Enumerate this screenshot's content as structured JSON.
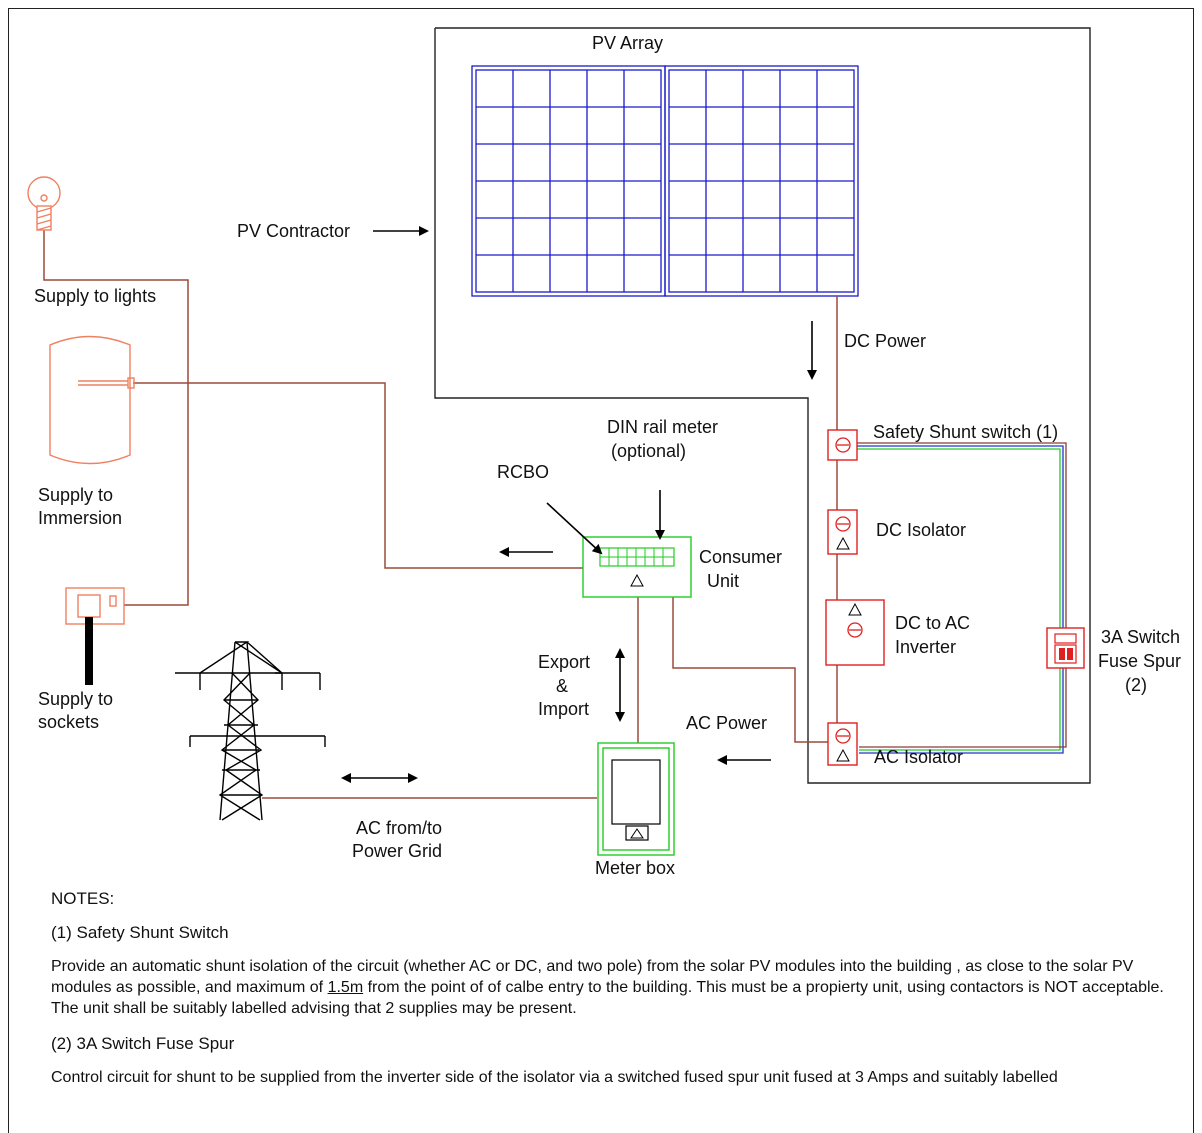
{
  "labels": {
    "pv_array": "PV Array",
    "pv_contractor": "PV Contractor",
    "supply_lights": "Supply to lights",
    "supply_immersion_1": "Supply to",
    "supply_immersion_2": "Immersion",
    "supply_sockets_1": "Supply to",
    "supply_sockets_2": "sockets",
    "dc_power": "DC Power",
    "safety_shunt": "Safety Shunt switch (1)",
    "dc_isolator": "DC Isolator",
    "inverter_1": "DC to AC",
    "inverter_2": "Inverter",
    "switch_spur_1": "3A Switch",
    "switch_spur_2": "Fuse Spur",
    "switch_spur_3": "(2)",
    "ac_isolator": "AC Isolator",
    "ac_power": "AC Power",
    "din_meter_1": "DIN rail meter",
    "din_meter_2": "(optional)",
    "rcbo": "RCBO",
    "consumer_1": "Consumer",
    "consumer_2": "Unit",
    "export_1": "Export",
    "export_2": "&",
    "export_3": "Import",
    "grid_1": "AC from/to",
    "grid_2": "Power Grid",
    "meter_box": "Meter box"
  },
  "notes": {
    "heading": "NOTES:",
    "note1_title": "(1) Safety Shunt Switch",
    "note1_text_a": "Provide an automatic shunt isolation of the circuit (whether AC or DC, and two pole) from the solar PV modules into the building , as close to the solar PV modules as possible, and maximum of ",
    "note1_text_dist": "1.5m",
    "note1_text_b": " from the point of of calbe entry to the building. This must be a propierty unit, using contactors is NOT acceptable. The unit shall be suitably labelled advising that 2 supplies may be present.",
    "note2_title": "(2) 3A Switch Fuse Spur",
    "note2_text": "Control circuit for shunt to be supplied from the inverter side of the isolator via a switched fused spur unit fused at 3 Amps and suitably labelled"
  },
  "colors": {
    "wire": "#9b4a3a",
    "panel": "#1a1acc",
    "device": "#e02020",
    "consumer": "#22cc22",
    "appliance": "#f08060"
  }
}
